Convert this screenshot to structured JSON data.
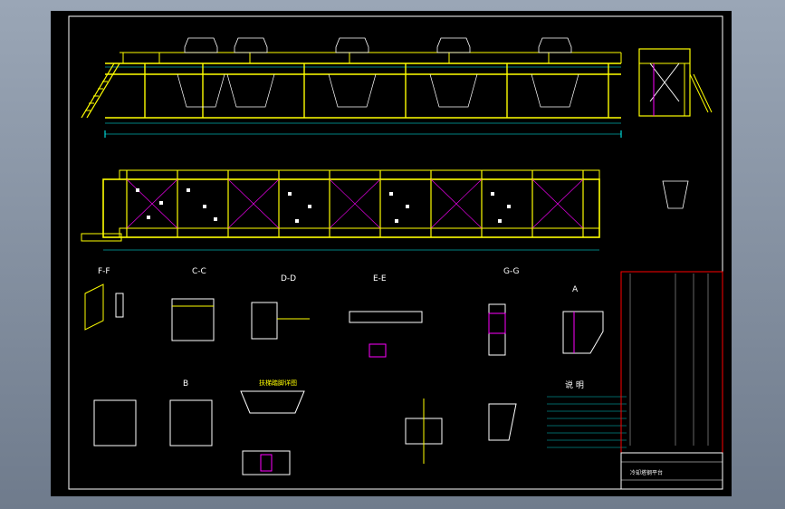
{
  "section_labels": {
    "ff": "F-F",
    "cc": "C-C",
    "dd": "D-D",
    "ee": "E-E",
    "gg": "G-G",
    "aa": "A",
    "bb": "B"
  },
  "notes_title": "说 明",
  "detail_title": "扶梯踏脚详图",
  "title_block": {
    "name": "冷却塔钢平台"
  },
  "colors": {
    "frame": "#ffffff",
    "structure": "#ffff00",
    "dimension": "#00ffff",
    "accent": "#ff00ff",
    "member": "#00ff00"
  }
}
